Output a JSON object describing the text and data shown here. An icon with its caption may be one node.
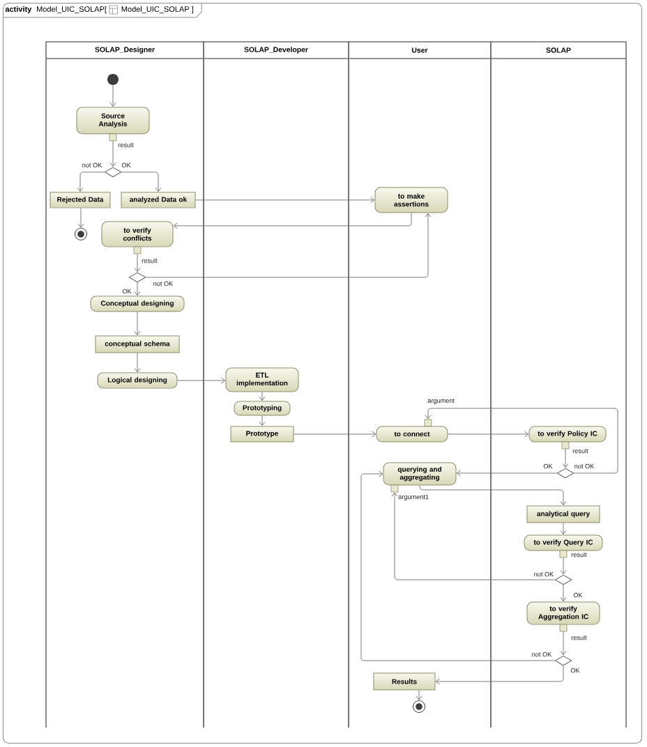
{
  "diagram": {
    "nodes": [
      {
        "text": [
          "activity",
          "Model_UIC_SOLAP[",
          "Model_UIC_SOLAP ]"
        ]
      },
      {
        "text": [
          "SOLAP_Designer"
        ],
        "in": 0
      },
      {
        "text": [
          "SOLAP_Developer"
        ],
        "in": 0
      },
      {
        "text": [
          "User"
        ],
        "in": 0
      },
      {
        "text": [
          "SOLAP"
        ],
        "in": 0
      },
      {
        "text": [],
        "shape": "circle",
        "in": 1
      },
      {
        "text": [
          "Source Analysis"
        ],
        "in": 1
      },
      {
        "text": [],
        "shape": "box",
        "beside": [
          "result"
        ],
        "in": 1
      },
      {
        "text": [],
        "shape": "diamond",
        "in": 1
      },
      {
        "text": [
          "Rejected Data"
        ],
        "in": 1
      },
      {
        "text": [
          "analyzed Data ok"
        ],
        "in": 1
      },
      {
        "text": [
          "to make assertions"
        ],
        "in": 3
      },
      {
        "text": [],
        "shape": "bullseye",
        "in": 1
      },
      {
        "text": [
          "to verify conflicts"
        ],
        "in": 1
      },
      {
        "text": [],
        "shape": "box",
        "beside": [
          "result"
        ],
        "in": 1
      },
      {
        "text": [],
        "shape": "diamond",
        "in": 1
      },
      {
        "text": [
          "Conceptual designing"
        ],
        "in": 1
      },
      {
        "text": [
          "conceptual schema"
        ],
        "in": 1
      },
      {
        "text": [
          "ETL implementation"
        ],
        "in": 2
      },
      {
        "text": [
          "Logical designing"
        ],
        "in": 1
      },
      {
        "text": [
          "Prototyping"
        ],
        "in": 2
      },
      {
        "text": [
          "Prototype"
        ],
        "in": 2
      },
      {
        "text": [],
        "shape": "box",
        "beside": [
          "argument"
        ],
        "in": 3
      },
      {
        "text": [
          "to connect"
        ],
        "in": 3
      },
      {
        "text": [
          "to verify Policy IC"
        ],
        "in": 4
      },
      {
        "text": [],
        "shape": "box",
        "beside": [
          "result"
        ],
        "in": 4
      },
      {
        "text": [
          "querying and aggregating"
        ],
        "in": 3
      },
      {
        "text": [],
        "shape": "diamond",
        "in": 4
      },
      {
        "text": [],
        "shape": "box",
        "beside": [
          "argument1"
        ],
        "in": 3
      },
      {
        "text": [
          "analytical query"
        ],
        "in": 4
      },
      {
        "text": [
          "to verify Query IC"
        ],
        "in": 4
      },
      {
        "text": [],
        "shape": "box",
        "beside": [
          "result"
        ],
        "in": 4
      },
      {
        "text": [],
        "shape": "diamond",
        "in": 4
      },
      {
        "text": [
          "to verify Aggregation IC"
        ],
        "in": 4
      },
      {
        "text": [],
        "shape": "box",
        "beside": [
          "result"
        ],
        "in": 4
      },
      {
        "text": [],
        "shape": "diamond",
        "in": 4
      },
      {
        "text": [
          "Results"
        ],
        "in": 3
      },
      {
        "text": [],
        "shape": "bullseye",
        "in": 3
      }
    ],
    "edges": [
      {
        "from": 5,
        "to": 6,
        "arrow": "to"
      },
      {
        "from": 7,
        "to": 8,
        "arrow": "to"
      },
      {
        "from": 8,
        "to": 9,
        "arrow": "to",
        "label": "not OK"
      },
      {
        "from": 8,
        "to": 10,
        "arrow": "to",
        "label": "OK"
      },
      {
        "from": 9,
        "to": 12,
        "arrow": "to"
      },
      {
        "from": 10,
        "to": 11,
        "arrow": "to"
      },
      {
        "from": 11,
        "to": 13,
        "arrow": "to"
      },
      {
        "from": 14,
        "to": 15,
        "arrow": "to"
      },
      {
        "from": 15,
        "to": 11,
        "arrow": "to",
        "label": "not OK"
      },
      {
        "from": 15,
        "to": 16,
        "arrow": "to",
        "label": "OK"
      },
      {
        "from": 16,
        "to": 17,
        "arrow": "to"
      },
      {
        "from": 17,
        "to": 19,
        "arrow": "to"
      },
      {
        "from": 19,
        "to": 18,
        "arrow": "to"
      },
      {
        "from": 18,
        "to": 20,
        "arrow": "to"
      },
      {
        "from": 20,
        "to": 21,
        "arrow": "to"
      },
      {
        "from": 21,
        "to": 23,
        "arrow": "to"
      },
      {
        "from": 23,
        "to": 24,
        "arrow": "to"
      },
      {
        "from": 25,
        "to": 27,
        "arrow": "to"
      },
      {
        "from": 27,
        "to": 22,
        "arrow": "to",
        "label": "not OK"
      },
      {
        "from": 27,
        "to": 26,
        "arrow": "to",
        "label": "OK"
      },
      {
        "from": 26,
        "to": 29,
        "arrow": "to"
      },
      {
        "from": 29,
        "to": 30,
        "arrow": "to"
      },
      {
        "from": 31,
        "to": 32,
        "arrow": "to"
      },
      {
        "from": 32,
        "to": 28,
        "arrow": "to",
        "label": "not OK"
      },
      {
        "from": 32,
        "to": 33,
        "arrow": "to",
        "label": "OK"
      },
      {
        "from": 34,
        "to": 35,
        "arrow": "to"
      },
      {
        "from": 35,
        "to": 26,
        "arrow": "to",
        "label": "not OK"
      },
      {
        "from": 35,
        "to": 36,
        "arrow": "to",
        "label": "OK"
      },
      {
        "from": 36,
        "to": 37,
        "arrow": "to"
      }
    ]
  }
}
